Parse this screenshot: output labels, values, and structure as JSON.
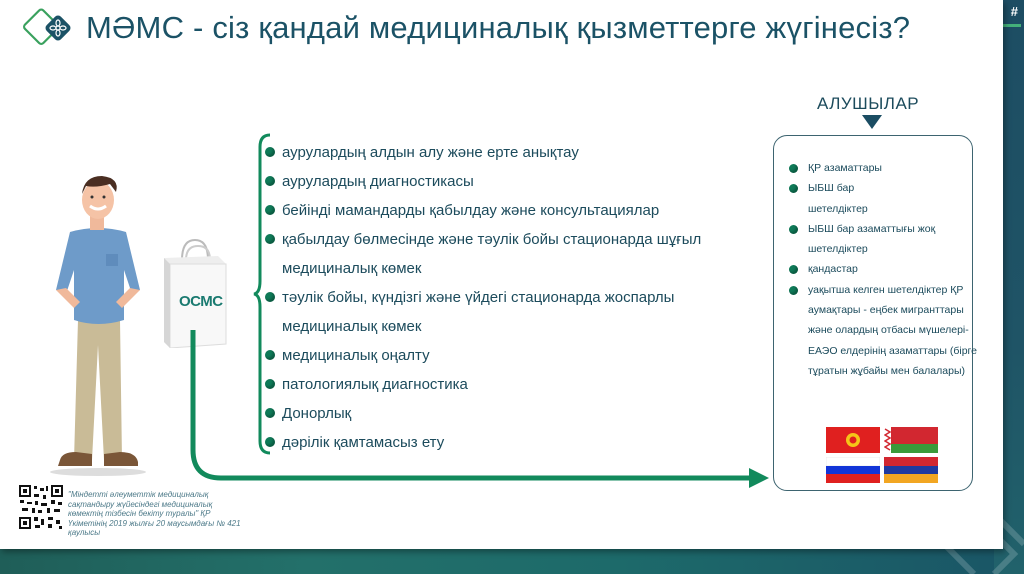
{
  "header": {
    "abbr": "МӘМС",
    "subtitle": " - сіз қандай медициналық қызметтерге жүгінесіз?",
    "slide_marker": "#"
  },
  "bag": {
    "label": "ОСМС"
  },
  "services": [
    {
      "text": "аурулардың алдын алу және ерте анықтау"
    },
    {
      "text": "аурулардың диагностикасы"
    },
    {
      "text": "бейінді мамандарды қабылдау және консультациялар"
    },
    {
      "text": "қабылдау бөлмесінде және тәулік бойы стационарда шұғыл медициналық көмек"
    },
    {
      "text": "тәулік бойы, күндізгі және үйдегі стационарда жоспарлы медициналық көмек"
    },
    {
      "text": "медициналық оңалту"
    },
    {
      "text": "патологиялық диагностика"
    },
    {
      "text": "Донорлық"
    },
    {
      "text": "дәрілік қамтамасыз ету"
    }
  ],
  "recipients": {
    "title": "АЛУШЫЛАР",
    "items": [
      {
        "text": "ҚР азаматтары"
      },
      {
        "text": "ЫБШ бар шетелдіктер"
      },
      {
        "text": "ЫБШ бар азаматтығы жоқ шетелдіктер"
      },
      {
        "text": "қандастар"
      },
      {
        "text": "уақытша келген шетелдіктер ҚР аумақтары - еңбек мигранттары және олардың отбасы мүшелері-ЕАЭО елдерінің азаматтары (бірге тұратын жұбайы мен балалары)"
      }
    ],
    "flags": [
      "kyrgyzstan-flag",
      "belarus-flag",
      "russia-flag",
      "armenia-flag"
    ]
  },
  "footer": {
    "citation": "\"Міндетті әлеуметтік медициналық сақтандыру жүйесіндегі медициналық көмектің тізбесін бекіту туралы\" ҚР Үкіметінің 2019 жылғы 20 маусымдағы № 421 қаулысы"
  },
  "colors": {
    "title": "#1b5266",
    "accent_green": "#0f7a58",
    "arrow_green": "#128a5c",
    "text": "#1c4b5c"
  }
}
